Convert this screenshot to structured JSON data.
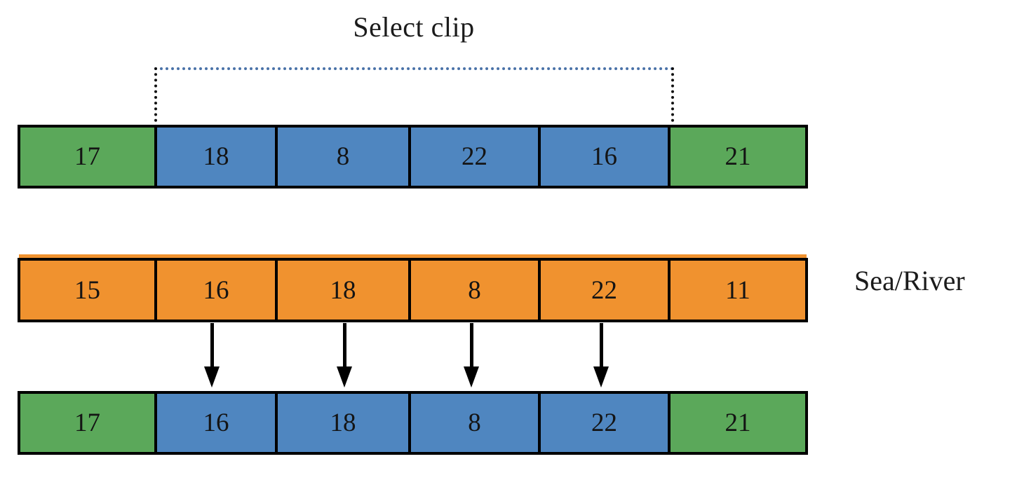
{
  "title": "Select clip",
  "side_label": "Sea/River",
  "colors": {
    "green": "#5BA85A",
    "blue": "#4F86C0",
    "orange": "#F0922F",
    "border": "#000000",
    "bracket_top": "#4A72A8",
    "bracket_side": "#111111",
    "arrow": "#000000",
    "background": "#FFFFFF",
    "text": "#141414"
  },
  "bracket": {
    "label": "Select clip",
    "spans_cells": [
      2,
      3,
      4,
      5
    ],
    "style": "dotted"
  },
  "rows": [
    {
      "name": "target-row",
      "cells": [
        {
          "value": "17",
          "color": "green"
        },
        {
          "value": "18",
          "color": "blue"
        },
        {
          "value": "8",
          "color": "blue"
        },
        {
          "value": "22",
          "color": "blue"
        },
        {
          "value": "16",
          "color": "blue"
        },
        {
          "value": "21",
          "color": "green"
        }
      ]
    },
    {
      "name": "source-row",
      "label": "Sea/River",
      "cells": [
        {
          "value": "15",
          "color": "orange"
        },
        {
          "value": "16",
          "color": "orange"
        },
        {
          "value": "18",
          "color": "orange"
        },
        {
          "value": "8",
          "color": "orange"
        },
        {
          "value": "22",
          "color": "orange"
        },
        {
          "value": "11",
          "color": "orange"
        }
      ]
    },
    {
      "name": "result-row",
      "cells": [
        {
          "value": "17",
          "color": "green"
        },
        {
          "value": "16",
          "color": "blue"
        },
        {
          "value": "18",
          "color": "blue"
        },
        {
          "value": "8",
          "color": "blue"
        },
        {
          "value": "22",
          "color": "blue"
        },
        {
          "value": "21",
          "color": "green"
        }
      ]
    }
  ],
  "arrows": [
    {
      "from_cell": 2,
      "to_cell": 2,
      "value": "16"
    },
    {
      "from_cell": 3,
      "to_cell": 3,
      "value": "18"
    },
    {
      "from_cell": 4,
      "to_cell": 4,
      "value": "8"
    },
    {
      "from_cell": 5,
      "to_cell": 5,
      "value": "22"
    }
  ]
}
